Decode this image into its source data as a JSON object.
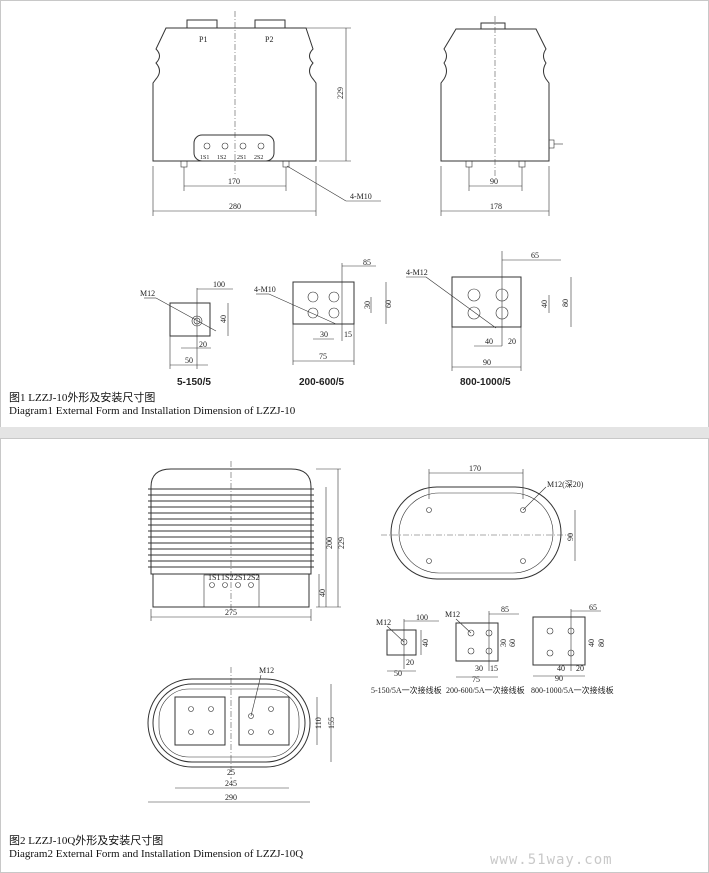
{
  "diagram1": {
    "front": {
      "p1": "P1",
      "p2": "P2",
      "height": "229",
      "terminals": [
        "1S1",
        "1S2",
        "2S1",
        "2S2"
      ],
      "mount_spacing": "170",
      "width": "280",
      "bolt": "4-M10"
    },
    "side": {
      "mount_spacing": "90",
      "width": "178"
    },
    "plates": [
      {
        "d1": "100",
        "bolt": "M12",
        "d2": "40",
        "d3": "20",
        "d4": "50",
        "label": "5-150/5"
      },
      {
        "d1": "85",
        "bolt": "4-M10",
        "d2": "30",
        "d3": "60",
        "d4": "30",
        "d5": "15",
        "d6": "75",
        "label": "200-600/5"
      },
      {
        "d1": "65",
        "bolt": "4-M12",
        "d2": "40",
        "d3": "80",
        "d4": "40",
        "d5": "20",
        "d6": "90",
        "label": "800-1000/5"
      }
    ],
    "caption_cn": "图1  LZZJ-10外形及安装尺寸图",
    "caption_en": "Diagram1  External Form and Installation Dimension of LZZJ-10"
  },
  "diagram2": {
    "front": {
      "h1": "229",
      "h2": "200",
      "h3": "40",
      "width": "275",
      "terminals": [
        "1S1",
        "1S2",
        "2S1",
        "2S2"
      ]
    },
    "top": {
      "width": "170",
      "bolt": "M12(深20)",
      "height": "90"
    },
    "plates": [
      {
        "d1": "100",
        "bolt": "M12",
        "d2": "40",
        "d3": "20",
        "d4": "50",
        "label": "5-150/5A一次接线板"
      },
      {
        "d1": "85",
        "bolt": "M12",
        "d2": "30",
        "d3": "60",
        "d4": "30",
        "d5": "15",
        "d6": "75",
        "label": "200-600/5A一次接线板"
      },
      {
        "d1": "65",
        "d2": "40",
        "d3": "80",
        "d4": "40",
        "d5": "20",
        "d6": "90",
        "label": "800-1000/5A一次接线板"
      }
    ],
    "bottom": {
      "bolt": "M12",
      "h1": "155",
      "h2": "110",
      "d1": "25",
      "w1": "245",
      "w2": "290"
    },
    "caption_cn": "图2  LZZJ-10Q外形及安装尺寸图",
    "caption_en": "Diagram2  External Form and Installation Dimension of LZZJ-10Q"
  },
  "watermark": "www.51way.com"
}
